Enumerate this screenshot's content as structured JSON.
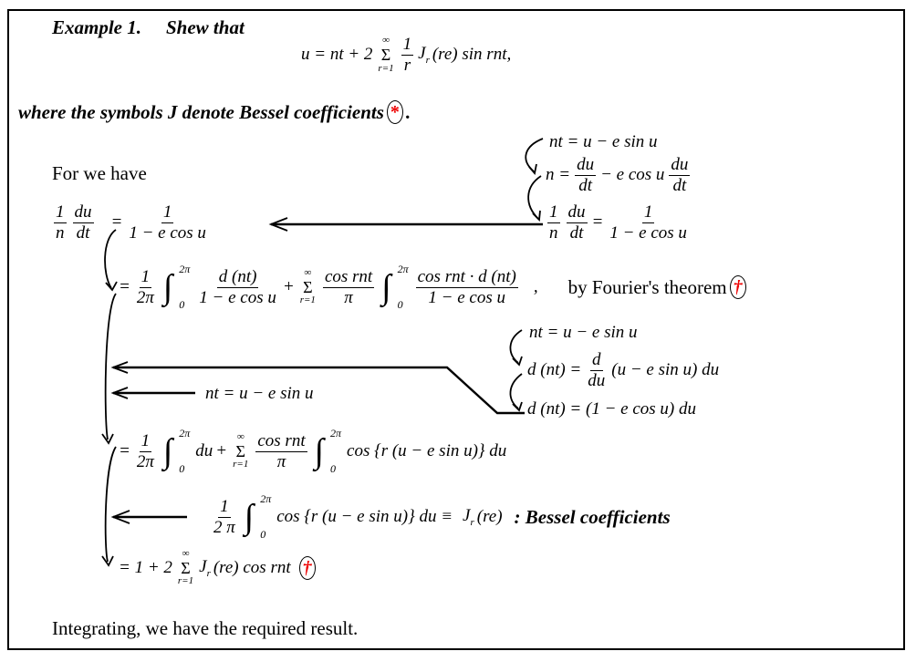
{
  "intro": {
    "example": "Example 1.",
    "shew": "Shew that"
  },
  "main_eq": {
    "lhs": "u = nt + 2",
    "sum_top": "∞",
    "sum_sym": "Σ",
    "sum_bot": "r=1",
    "frac_num": "1",
    "frac_den": "r",
    "J": "J",
    "J_sub": "r",
    "rhs": "(re) sin rnt,"
  },
  "where": {
    "text": "where the symbols J denote Bessel coefficients",
    "footnote": "*",
    "end": "."
  },
  "for_we_have": "For we have",
  "right1": {
    "l1": "nt = u − e sin u",
    "l2_lhs": "n =",
    "l2_num": "du",
    "l2_den": "dt",
    "l2_mid": "− e cos u",
    "l3_a_num": "1",
    "l3_a_den": "n",
    "l3_b_num": "du",
    "l3_b_den": "dt",
    "l3_eq": "=",
    "l3_c_num": "1",
    "l3_c_den": "1 − e cos u"
  },
  "eq1": {
    "a_num": "1",
    "a_den": "n",
    "b_num": "du",
    "b_den": "dt",
    "eq": "=",
    "c_num": "1",
    "c_den": "1 − e cos u"
  },
  "eq2": {
    "eq": "=",
    "f1_num": "1",
    "f1_den": "2π",
    "int": "∫",
    "up": "2π",
    "lo": "0",
    "f2_num": "d (nt)",
    "f2_den": "1 − e cos u",
    "plus": "+",
    "sum_top": "∞",
    "sum_sym": "Σ",
    "sum_bot": "r=1",
    "f3_num": "cos rnt",
    "f3_den": "π",
    "f4_num": "cos rnt · d (nt)",
    "f4_den": "1 − e cos u",
    "comma": ",",
    "note": "by Fourier's theorem",
    "footnote": "†"
  },
  "right2": {
    "l1": "nt = u − e sin u",
    "l2_lhs": "d (nt) =",
    "l2_num": "d",
    "l2_den": "du",
    "l2_rhs": "(u − e sin u) du",
    "l3": "d (nt) = (1 − e cos u) du"
  },
  "sub_nt": "nt = u − e sin u",
  "eq3": {
    "eq": "=",
    "f1_num": "1",
    "f1_den": "2π",
    "int": "∫",
    "up": "2π",
    "lo": "0",
    "du": "du",
    "plus": "+",
    "sum_top": "∞",
    "sum_sym": "Σ",
    "sum_bot": "r=1",
    "f3_num": "cos rnt",
    "f3_den": "π",
    "tail": "cos {r (u − e sin u)} du"
  },
  "bessel": {
    "f_num": "1",
    "f_den": "2 π",
    "int": "∫",
    "up": "2π",
    "lo": "0",
    "body": "cos {r (u − e sin u)} du ≡",
    "J": "J",
    "J_sub": "r",
    "J_arg": "(re)",
    "label": ": Bessel coefficients"
  },
  "eq5": {
    "lhs": "= 1 + 2",
    "sum_top": "∞",
    "sum_sym": "Σ",
    "sum_bot": "r=1",
    "J": "J",
    "J_sub": "r",
    "rhs": "(re) cos rnt",
    "footnote": "†"
  },
  "conclusion": "Integrating, we have the required result.",
  "colors": {
    "annotation": "#e00000",
    "ink": "#000000"
  }
}
